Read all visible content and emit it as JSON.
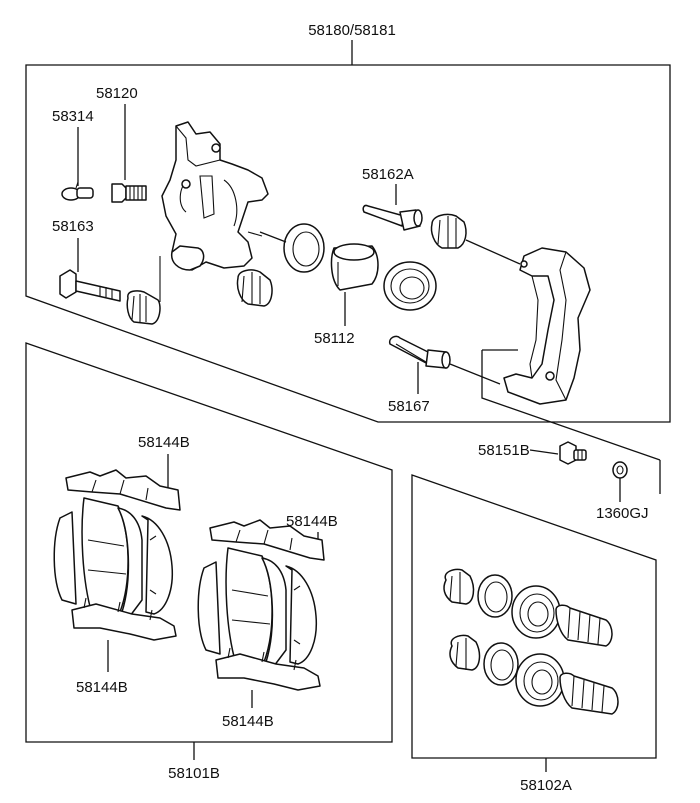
{
  "labels": {
    "caliper_assembly": "58180/58181",
    "guide_rod_bolt": "58120",
    "bleeder_screw": "58314",
    "pin_bolt": "58163",
    "guide_pin_a": "58162A",
    "piston": "58112",
    "guide_pin": "58167",
    "bolt_b": "58151B",
    "washer": "1360GJ",
    "pad_kit_shim_top_left": "58144B",
    "pad_kit_shim_top_right": "58144B",
    "pad_kit_shim_bottom_left": "58144B",
    "pad_kit_shim_bottom_right": "58144B",
    "pad_kit": "58101B",
    "seal_kit": "58102A"
  },
  "colors": {
    "ink": "#111111",
    "paper": "#ffffff"
  }
}
